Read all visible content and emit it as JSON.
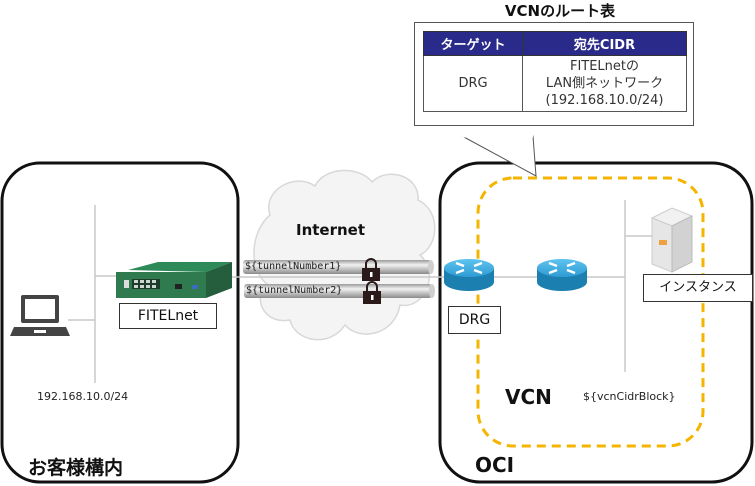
{
  "route_table": {
    "title": "VCNのルート表",
    "headers": [
      "ターゲット",
      "宛先CIDR"
    ],
    "rows": [
      {
        "target": "DRG",
        "destination_lines": [
          "FITELnetの",
          "LAN側ネットワーク",
          "(192.168.10.0/24)"
        ]
      }
    ]
  },
  "customer_site": {
    "label": "お客様構内",
    "router_label": "FITELnet",
    "network_cidr": "192.168.10.0/24"
  },
  "internet": {
    "label": "Internet",
    "tunnels": [
      "${tunnelNumber1}",
      "${tunnelNumber2}"
    ]
  },
  "oci": {
    "label": "OCI",
    "vcn_label": "VCN",
    "vcn_cidr": "${vcnCidrBlock}",
    "drg_label": "DRG",
    "instance_label": "インスタンス"
  },
  "colors": {
    "table_header": "#2a2a8a",
    "vcn_border": "#f5b400",
    "router_blue": "#1f8fc6",
    "fitelnet_green": "#2f7a4f"
  }
}
